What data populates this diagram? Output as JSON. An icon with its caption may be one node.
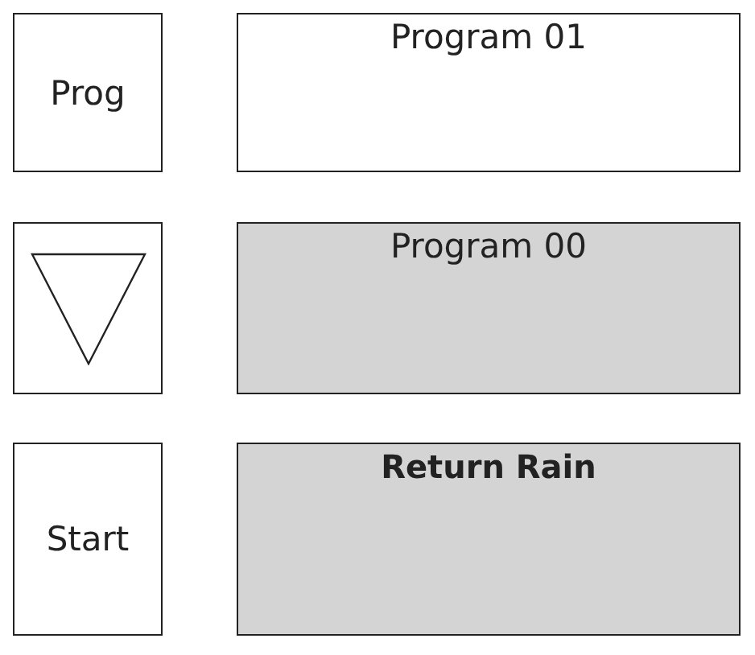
{
  "diagram": {
    "nodes": [
      {
        "text": [
          "Prog"
        ]
      },
      {
        "text": [
          "Program 01"
        ]
      },
      {
        "text": [],
        "shape": "box"
      },
      {
        "text": [
          "Program 00"
        ]
      },
      {
        "text": [
          "Start"
        ]
      },
      {
        "text": [
          "Return Rain"
        ]
      }
    ]
  }
}
